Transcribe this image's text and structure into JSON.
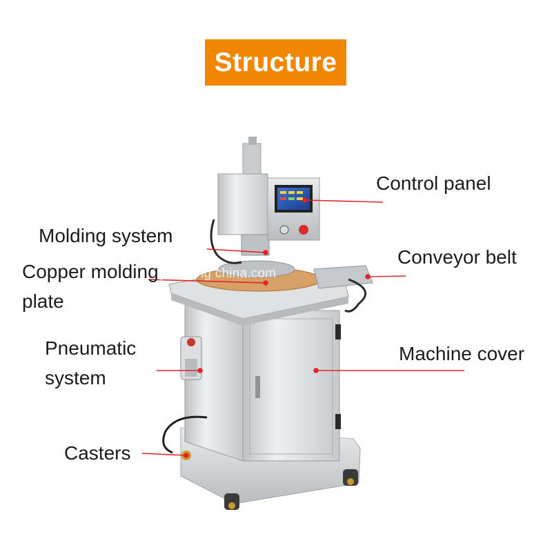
{
  "title": "Structure",
  "labels": {
    "control_panel": "Control panel",
    "molding_system": "Molding system",
    "copper_line1": "Copper molding",
    "copper_line2": "plate",
    "conveyor_belt": "Conveyor belt",
    "pneumatic_line1": "Pneumatic",
    "pneumatic_line2": "system",
    "machine_cover": "Machine cover",
    "casters": "Casters"
  },
  "watermark": "yanneng china.com",
  "colors": {
    "title_bg": "#f18700",
    "leader_line": "#e2242b",
    "machine_body": "#d4d6d8"
  }
}
